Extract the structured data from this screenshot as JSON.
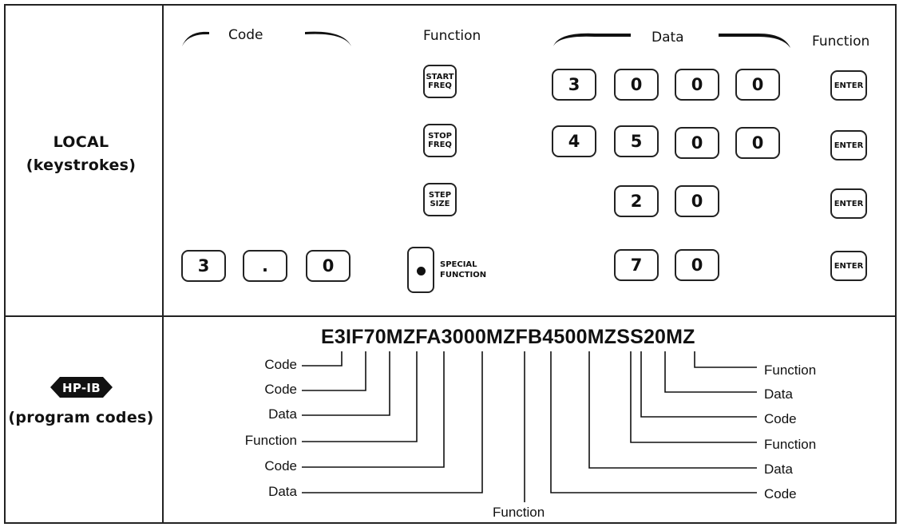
{
  "local": {
    "label_line1": "LOCAL",
    "label_line2": "(keystrokes)"
  },
  "hpib": {
    "badge": "HP-IB",
    "label": "(program codes)"
  },
  "headers": {
    "code": "Code",
    "function1": "Function",
    "data": "Data",
    "function2": "Function"
  },
  "keys": {
    "start_freq": [
      "START",
      "FREQ"
    ],
    "stop_freq": [
      "STOP",
      "FREQ"
    ],
    "step_size": [
      "STEP",
      "SIZE"
    ],
    "special": [
      "SPECIAL",
      "FUNCTION"
    ],
    "enter": "ENTER",
    "row1_data": [
      "3",
      "0",
      "0",
      "0"
    ],
    "row2_data": [
      "4",
      "5",
      "0",
      "0"
    ],
    "row3_data": [
      "2",
      "0"
    ],
    "row4_code": [
      "3",
      ".",
      "0"
    ],
    "row4_data": [
      "7",
      "0"
    ]
  },
  "program": {
    "code": "E3IF70MZFA3000MZFB4500MZSS20MZ",
    "left_labels": [
      "Code",
      "Code",
      "Data",
      "Function",
      "Code",
      "Data"
    ],
    "bottom_label": "Function",
    "right_labels": [
      "Function",
      "Data",
      "Code",
      "Function",
      "Data",
      "Code"
    ]
  }
}
